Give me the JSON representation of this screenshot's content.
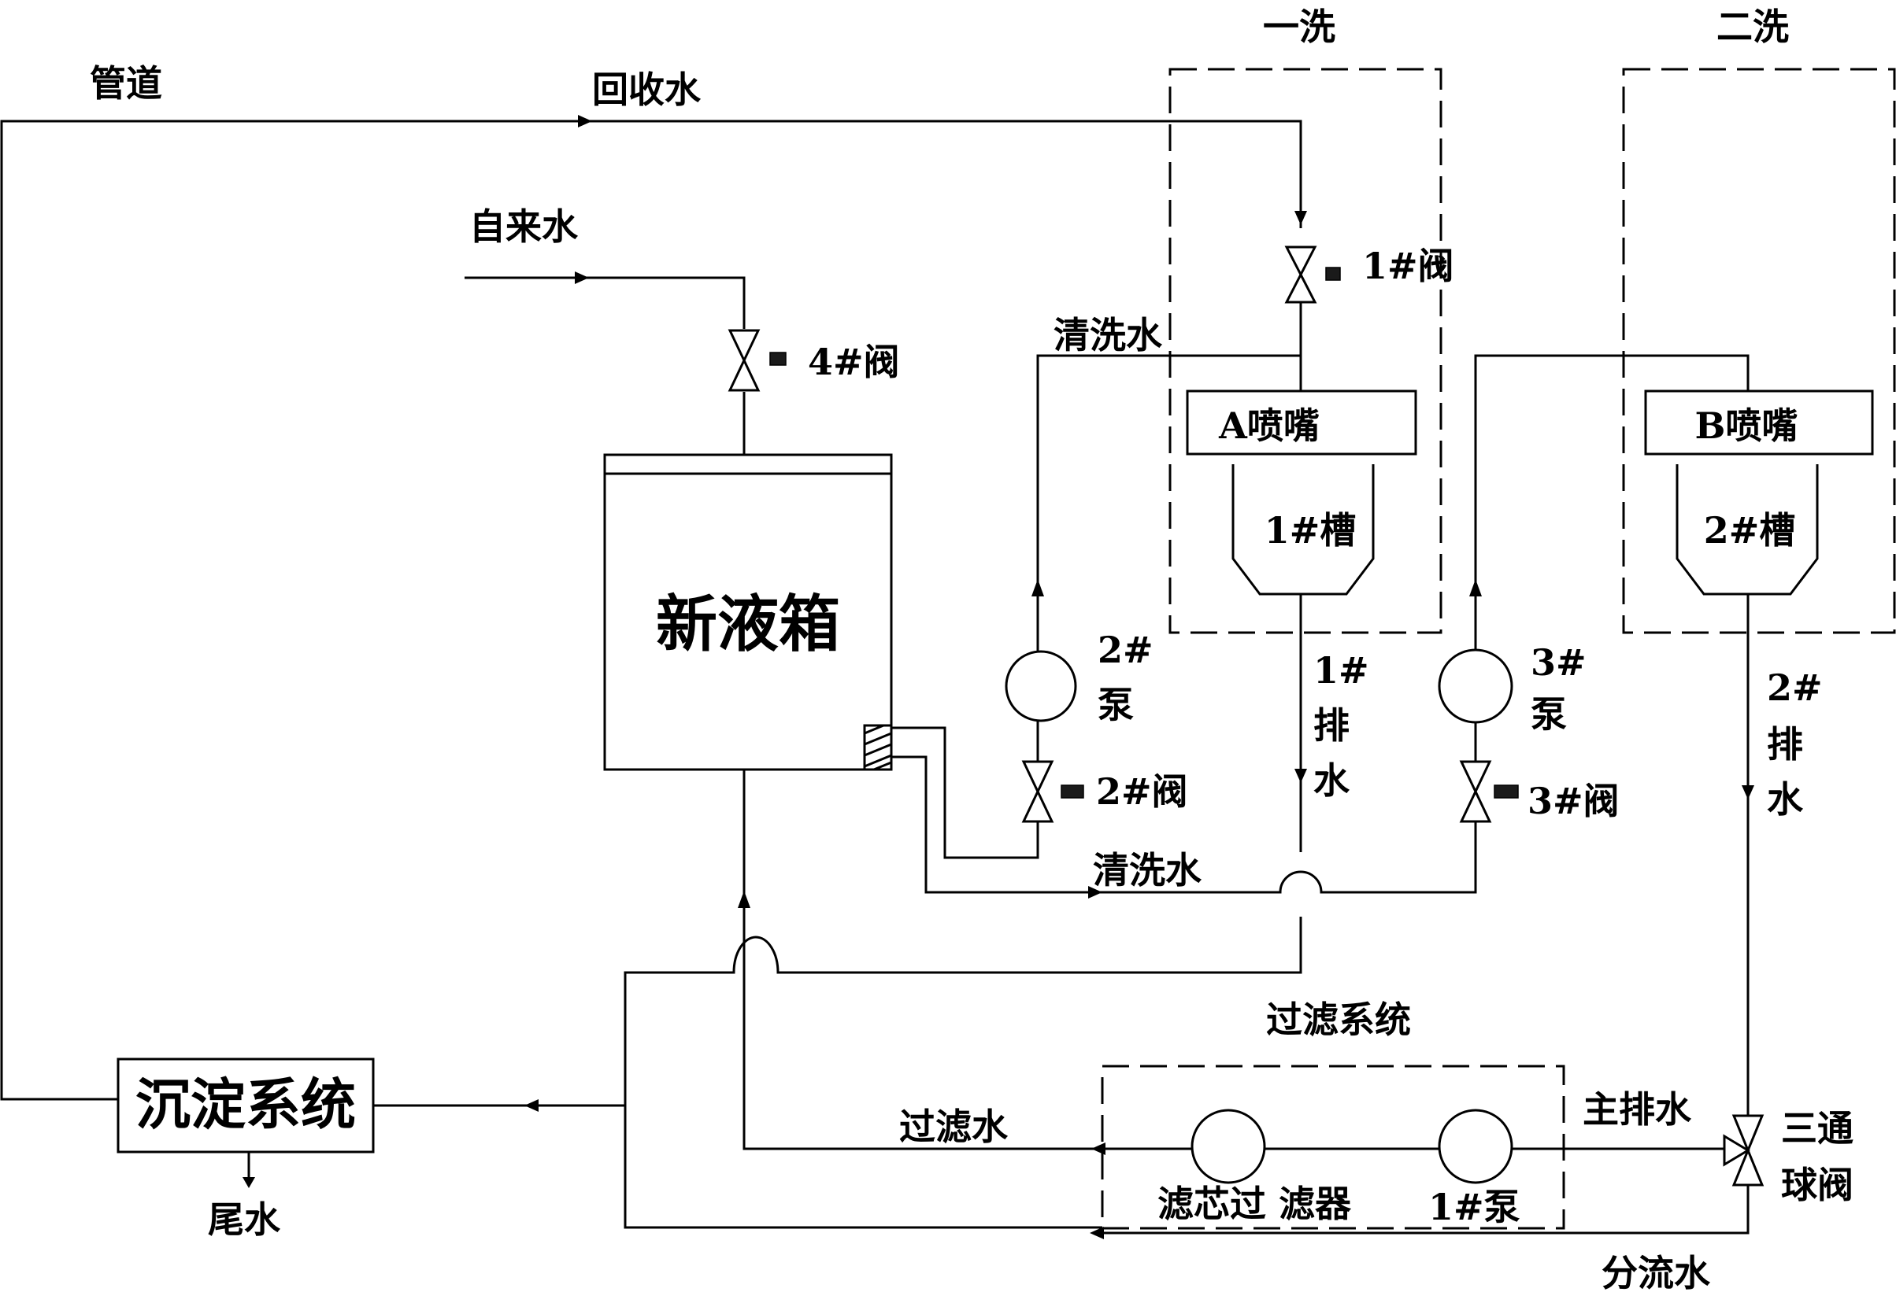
{
  "labels": {
    "pipe": "管道",
    "recycled_water": "回收水",
    "tap_water": "自来水",
    "first_wash": "一洗",
    "second_wash": "二洗",
    "valve_1": "1#阀",
    "valve_2": "2#阀",
    "valve_3": "3#阀",
    "valve_4": "4#阀",
    "cleaning_water_top": "清洗水",
    "cleaning_water_mid": "清洗水",
    "nozzle_a": "A喷嘴",
    "nozzle_b": "B喷嘴",
    "tank_1": "1#槽",
    "tank_2": "2#槽",
    "new_liquid_tank": "新液箱",
    "pump_2": [
      "2#",
      "泵"
    ],
    "pump_3": [
      "3#",
      "泵"
    ],
    "drain_1": [
      "1#",
      "排",
      "水"
    ],
    "drain_2": [
      "2#",
      "排",
      "水"
    ],
    "filter_system": "过滤系统",
    "sediment_system": "沉淀系统",
    "filtered_water": "过滤水",
    "main_drain": "主排水",
    "three_way_valve": [
      "三通",
      "球阀"
    ],
    "filter_cartridge": "滤芯过 滤器",
    "pump_1": "1#泵",
    "tail_water": "尾水",
    "split_water": "分流水"
  }
}
